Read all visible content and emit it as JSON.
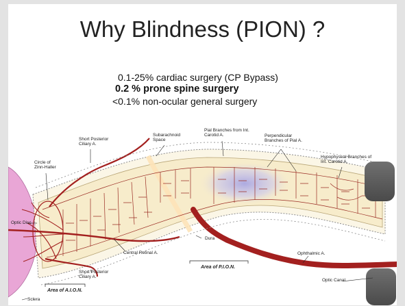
{
  "slide": {
    "title": "Why Blindness (PION) ?",
    "stats": [
      "0.1-25% cardiac surgery (CP Bypass)",
      "0.2 % prone spine surgery",
      "<0.1% non-ocular general surgery"
    ]
  },
  "diagram": {
    "labels": {
      "short_posterior_ciliary_top": "Short Posterior Ciliary A.",
      "subarachnoid_space": "Subarachnoid Space",
      "pial_branches": "Pial Branches from Int. Carotid A.",
      "perpendicular_branches": "Perpendicular Branches of Pial A.",
      "hypophyseal_branches": "Hypophyseal Branches of Int. Carotid A.",
      "circle_zinn_haller": "Circle of Zinn-Haller",
      "optic_disc": "Optic Disc",
      "dura": "Dura",
      "central_retinal": "Central Retinal A.",
      "ophthalmic": "Ophthalmic A.",
      "optic_canal": "Optic Canal",
      "short_posterior_ciliary_bottom": "Short Posterior Ciliary A.",
      "area_pion": "Area of P.I.O.N.",
      "area_aion": "Area of A.I.O.N.",
      "sclera": "Sclera"
    },
    "colors": {
      "nerve_fill": "#f7eccb",
      "vessel_red": "#a3201f",
      "disc_pink": "#e9a6d6",
      "ischemia_blue": "#b9b7e6",
      "bone_gray": "#5d5d5d"
    }
  }
}
